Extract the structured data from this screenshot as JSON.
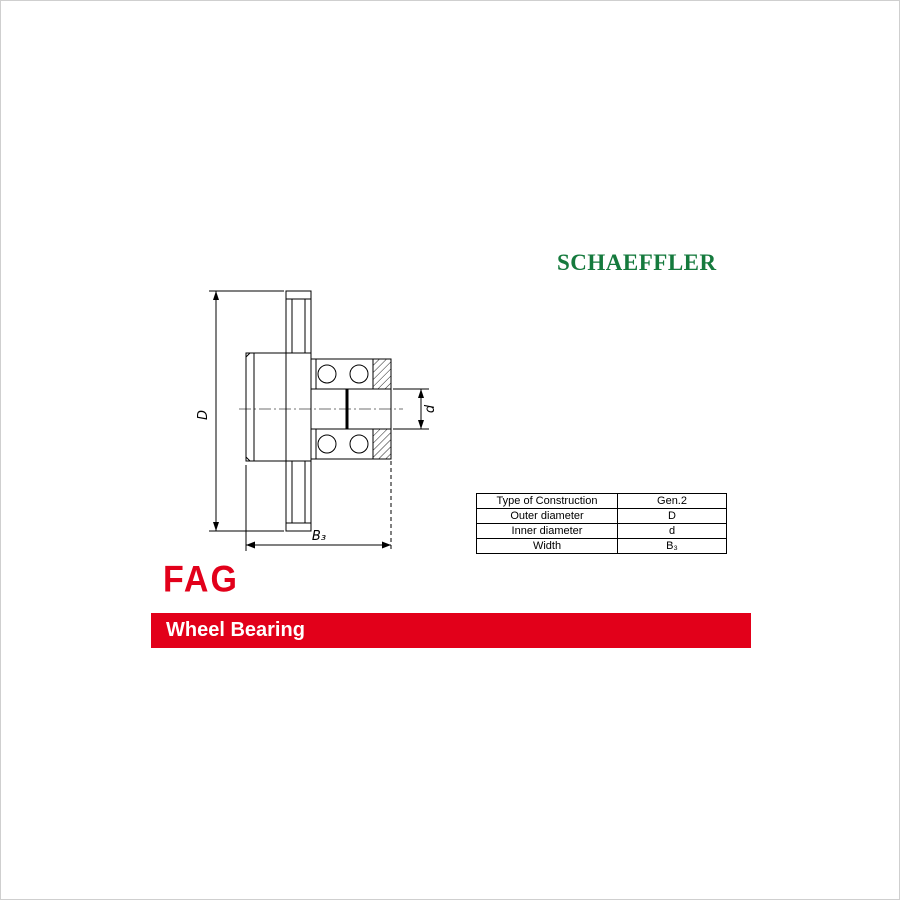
{
  "branding": {
    "schaeffler": "SCHAEFFLER",
    "fag": "FAG"
  },
  "banner": {
    "title": "Wheel Bearing"
  },
  "colors": {
    "schaeffler_green": "#157a3d",
    "fag_red": "#e2001a",
    "banner_red": "#e2001a",
    "line_black": "#000000"
  },
  "spec_table": {
    "rows": [
      {
        "label": "Type of Construction",
        "value": "Gen.2"
      },
      {
        "label": "Outer diameter",
        "value": "D"
      },
      {
        "label": "Inner diameter",
        "value": "d"
      },
      {
        "label": "Width",
        "value": "B₃"
      }
    ]
  },
  "drawing": {
    "description": "wheel-bearing-hub-cross-section",
    "labels": {
      "outer_diameter": "D",
      "inner_diameter": "d",
      "width": "B₃"
    }
  }
}
